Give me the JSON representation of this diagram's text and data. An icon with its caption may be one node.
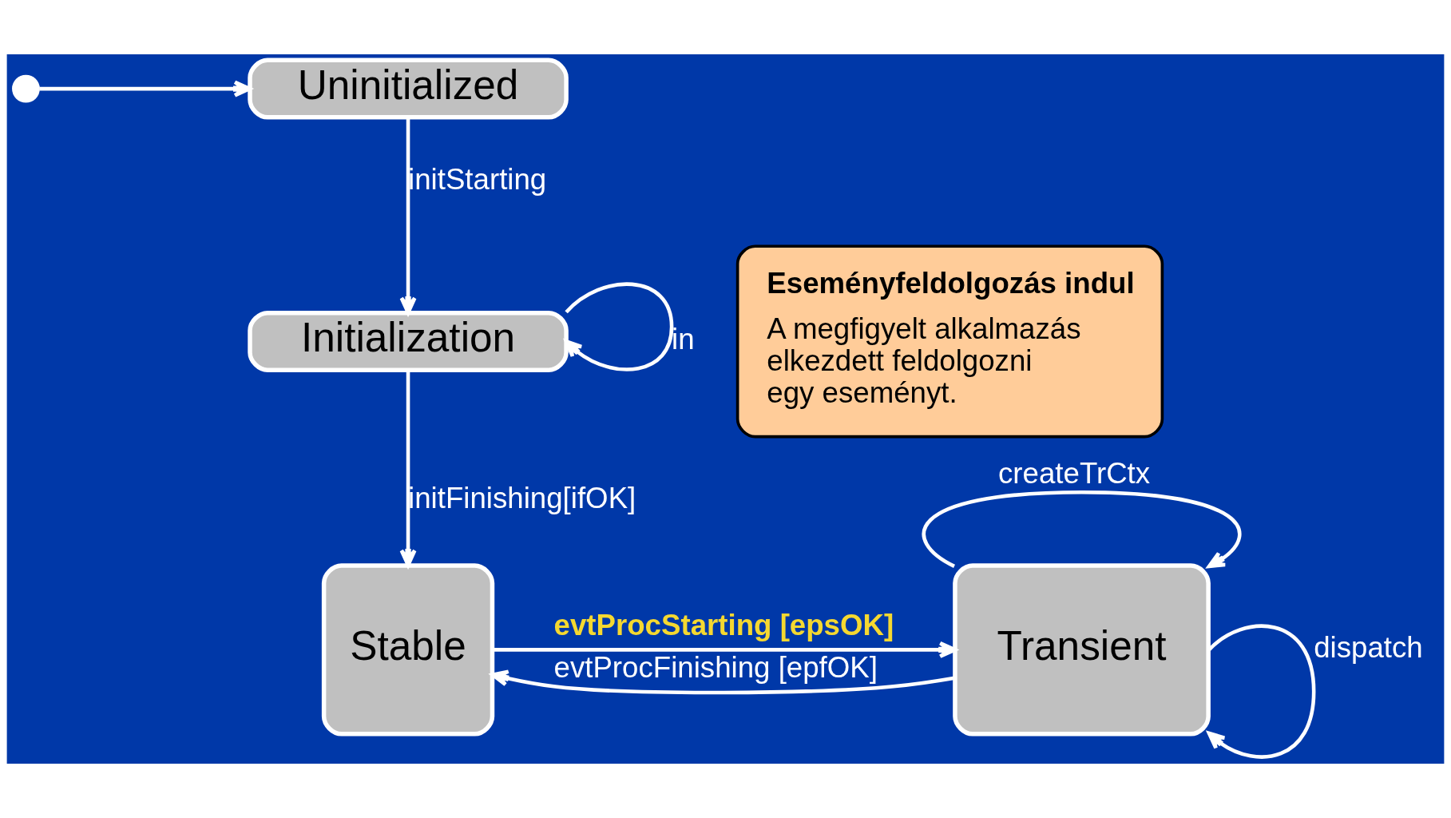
{
  "diagram": {
    "nodes": [
      {
        "text": [],
        "shape": "circle"
      },
      {
        "text": [
          "Uninitialized"
        ]
      },
      {
        "text": [
          "Initialization"
        ]
      },
      {
        "text": [
          "Stable"
        ]
      },
      {
        "text": [
          "Transient"
        ]
      },
      {
        "text": [
          "Eseményfeldolgozás indul",
          "A megfigyelt alkalmazás elkezdett feldolgozni egy eseményt."
        ]
      }
    ],
    "edges": [
      {
        "from": 0,
        "to": 1,
        "arrow": "to"
      },
      {
        "from": 1,
        "to": 2,
        "arrow": "to",
        "label": "initStarting"
      },
      {
        "from": 2,
        "to": 2,
        "arrow": "to",
        "label": "in"
      },
      {
        "from": 2,
        "to": 3,
        "arrow": "to",
        "label": "initFinishing[ifOK]"
      },
      {
        "from": 3,
        "to": 4,
        "arrow": "to",
        "label": "evtProcStarting [epsOK]"
      },
      {
        "from": 4,
        "to": 4,
        "arrow": "to",
        "label": "createTrCtx"
      },
      {
        "from": 4,
        "to": 4,
        "arrow": "to",
        "label": "dispatch"
      },
      {
        "from": 4,
        "to": 3,
        "arrow": "to",
        "label": "evtProcFinishing [epfOK]"
      }
    ]
  }
}
